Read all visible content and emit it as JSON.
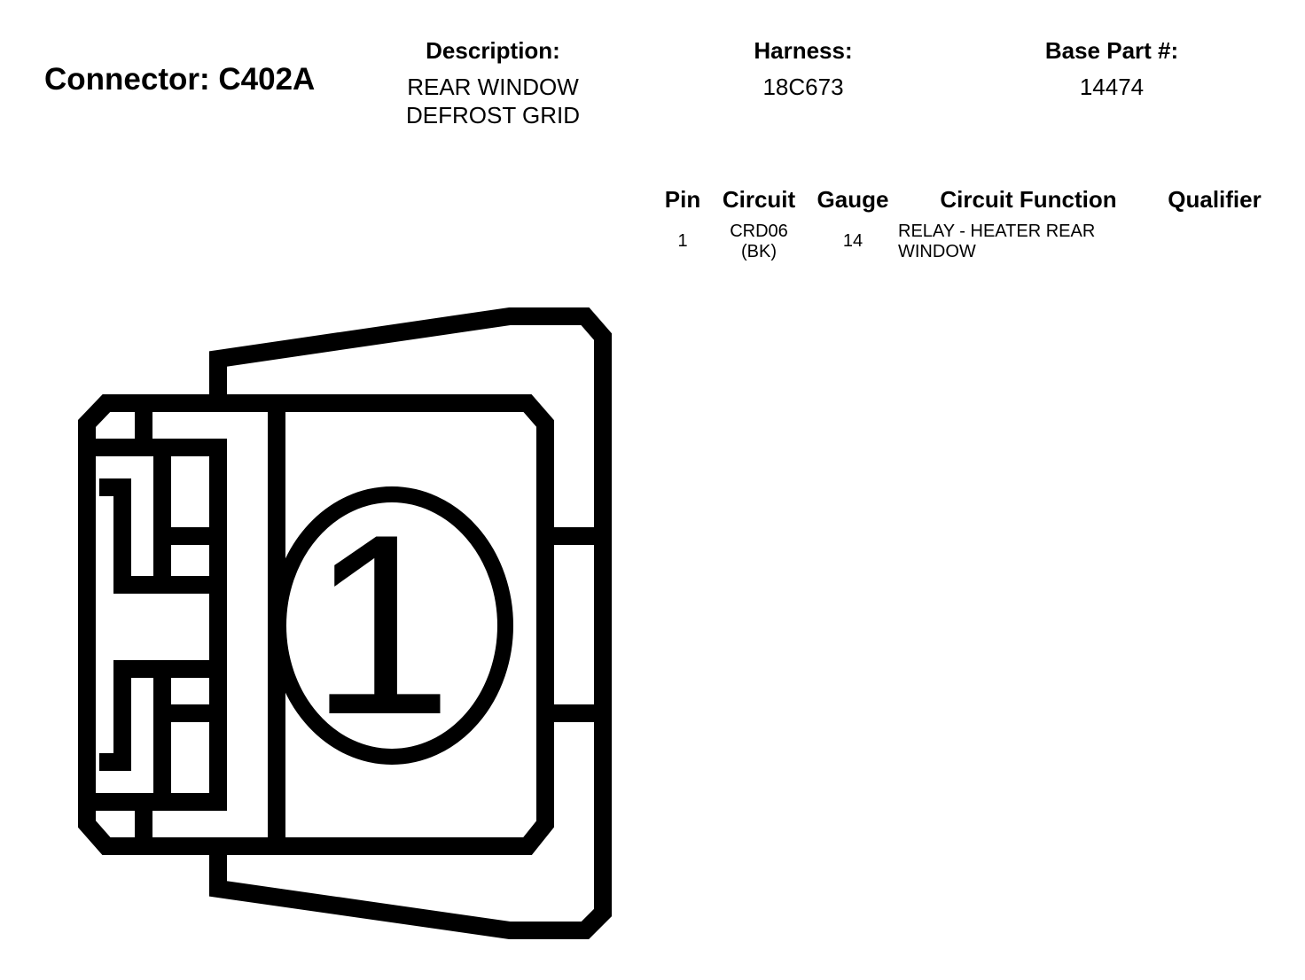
{
  "connector": {
    "title": "Connector: C402A"
  },
  "header": {
    "description_label": "Description:",
    "description_value": "REAR WINDOW\nDEFROST GRID",
    "harness_label": "Harness:",
    "harness_value": "18C673",
    "base_part_label": "Base Part #:",
    "base_part_value": "14474"
  },
  "pin_table": {
    "columns": [
      "Pin",
      "Circuit",
      "Gauge",
      "Circuit Function",
      "Qualifier"
    ],
    "rows": [
      {
        "pin": "1",
        "circuit": "CRD06\n(BK)",
        "gauge": "14",
        "function": "RELAY - HEATER REAR\nWINDOW",
        "qualifier": ""
      }
    ]
  },
  "diagram": {
    "pin_label": "1",
    "line_color": "#000000"
  }
}
